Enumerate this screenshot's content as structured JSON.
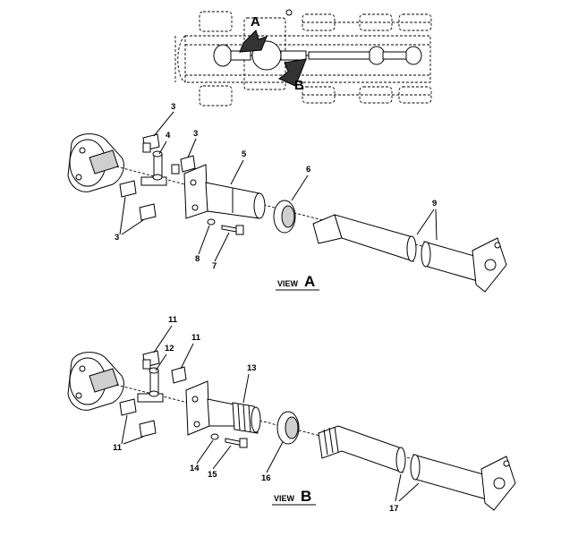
{
  "locator": {
    "pointer_a": "A",
    "pointer_b": "B"
  },
  "view_a": {
    "label_word": "VIEW",
    "label_letter": "A",
    "callouts": [
      "3",
      "4",
      "3",
      "5",
      "6",
      "9",
      "3",
      "8",
      "7"
    ]
  },
  "view_b": {
    "label_word": "VIEW",
    "label_letter": "B",
    "callouts": [
      "11",
      "12",
      "11",
      "13",
      "11",
      "14",
      "15",
      "16",
      "17"
    ]
  },
  "colors": {
    "line": "#000000",
    "background": "#ffffff",
    "shade": "#cfcfcf"
  }
}
